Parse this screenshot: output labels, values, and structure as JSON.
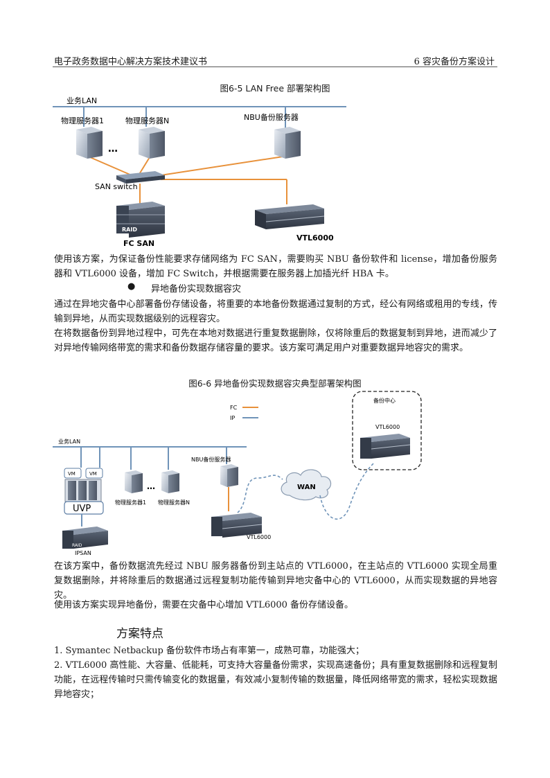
{
  "header": {
    "left": "电子政务数据中心解决方案技术建议书",
    "right": "6  容灾备份方案设计"
  },
  "figure1": {
    "caption": "图6-5 LAN Free 部署架构图",
    "lan_label": "业务LAN",
    "server1": "物理服务器1",
    "serverN": "物理服务器N",
    "nbu": "NBU备份服务器",
    "ellipsis": "…",
    "switch": "SAN switch",
    "raid": "RAID",
    "fcsan": "FC SAN",
    "vtl": "VTL6000"
  },
  "para1": "使用该方案，为保证备份性能要求存储网络为 FC SAN，需要购买 NBU 备份软件和 license，增加备份服务器和 VTL6000 设备，增加 FC Switch，并根据需要在服务器上加插光纤 HBA 卡。",
  "bullet1": "异地备份实现数据容灾",
  "para2": "通过在异地灾备中心部署备份存储设备，将重要的本地备份数据通过复制的方式，经公有网络或租用的专线，传输到异地，从而实现数据级别的远程容灾。",
  "para3": "在将数据备份到异地过程中，可先在本地对数据进行重复数据删除，仅将除重后的数据复制到异地，进而减少了对异地传输网络带宽的需求和备份数据存储容量的要求。该方案可满足用户对重要数据异地容灾的需求。",
  "figure2": {
    "caption": "图6-6 异地备份实现数据容灾典型部署架构图",
    "legend_fc": "FC",
    "legend_ip": "IP",
    "lan_label": "业务LAN",
    "vm1": "VM",
    "vm2": "VM",
    "uvp": "UVP",
    "raid": "RAID",
    "ipsan": "IPSAN",
    "server1": "物理服务器1",
    "serverN": "物理服务器N",
    "ellipsis": "…",
    "nbu": "NBU备份服务器",
    "vtl_local": "VTL6000",
    "wan": "WAN",
    "dr_center": "备份中心",
    "vtl_remote": "VTL6000",
    "color_fc": "#e8913a",
    "color_ip": "#6f93b8"
  },
  "para4": "在该方案中，备份数据流先经过 NBU 服务器备份到主站点的 VTL6000，在主站点的 VTL6000 实现全局重复数据删除，并将除重后的数据通过远程复制功能传输到异地灾备中心的 VTL6000，从而实现数据的异地容灾。",
  "para5": "使用该方案实现异地备份，需要在灾备中心增加 VTL6000 备份存储设备。",
  "section_heading": "方案特点",
  "para6": "1. Symantec Netbackup 备份软件市场占有率第一，成熟可靠，功能强大；",
  "para7": "2. VTL6000 高性能、大容量、低能耗，可支持大容量备份需求，实现高速备份；具有重复数据删除和远程复制功能，在远程传输时只需传输变化的数据量，有效减小复制传输的数据量，降低网络带宽的需求，轻松实现数据异地容灾；"
}
